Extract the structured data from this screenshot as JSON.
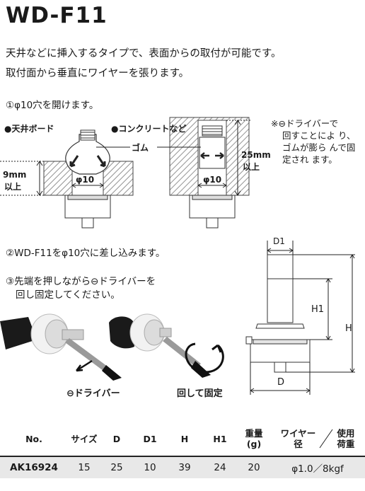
{
  "title": "WD-F11",
  "intro": [
    "天井などに挿入するタイプで、表面からの取付が可能です。",
    "取付面から垂直にワイヤーを張ります。"
  ],
  "step1": "①φ10穴を開けます。",
  "labels": {
    "ceiling_board": "●天井ボード",
    "concrete": "●コンクリートなど",
    "rubber": "ゴム",
    "phi10_a": "φ10",
    "phi10_b": "φ10",
    "nine_mm": "9mm",
    "nine_mm_sub": "以上",
    "twentyfive_mm": "25mm",
    "twentyfive_mm_sub": "以上"
  },
  "note": {
    "line1": "※⊖ドライバーで",
    "rest": "回すことによ り、ゴムが膨ら んで固定され ます。"
  },
  "step2": "②WD-F11をφ10穴に差し込みます。",
  "step3": {
    "line1": "③先端を押しながら⊖ドライバーを",
    "line2": "回し固定してください。"
  },
  "photo_labels": {
    "driver": "⊖ドライバー",
    "turn_fix": "回して固定"
  },
  "dims": {
    "d1": "D1",
    "h1": "H1",
    "h": "H",
    "d": "D"
  },
  "table": {
    "headers": {
      "no": "No.",
      "size": "サイズ",
      "d": "D",
      "d1": "D1",
      "h": "H",
      "h1": "H1",
      "weight_1": "重量",
      "weight_2": "(g)",
      "wire_1": "ワイヤー",
      "wire_2": "径",
      "load_1": "使用",
      "load_2": "荷重"
    },
    "rows": [
      {
        "no": "AK16924",
        "size": "15",
        "d": "25",
        "d1": "10",
        "h": "39",
        "h1": "24",
        "weight": "20",
        "wire_load": "φ1.0／8kgf"
      }
    ]
  }
}
